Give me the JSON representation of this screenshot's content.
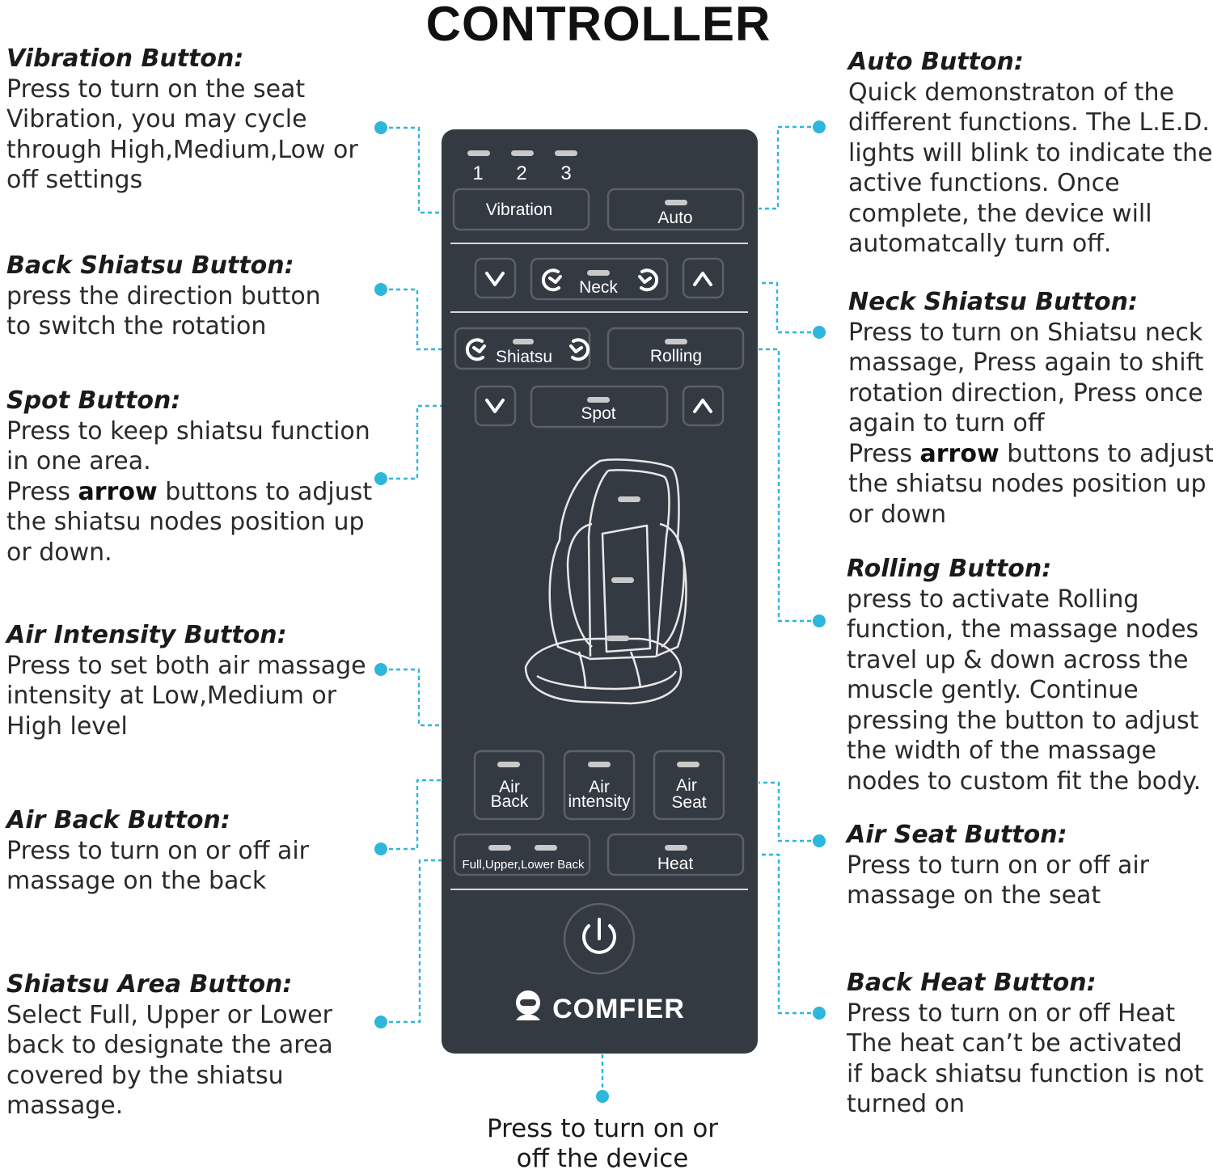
{
  "title": "CONTROLLER",
  "descriptions": {
    "vibration": {
      "heading": "Vibration Button:",
      "lines": [
        "Press to turn on the seat",
        "Vibration, you may cycle",
        "through High,Medium,Low or",
        "off settings"
      ]
    },
    "back_shiatsu": {
      "heading": "Back Shiatsu Button:",
      "lines": [
        "press the direction button",
        "to switch the rotation"
      ]
    },
    "spot": {
      "heading": "Spot Button:",
      "lines": [
        "Press to keep shiatsu function",
        "in one area."
      ],
      "arrow_line": {
        "before": "Press ",
        "bold": "arrow",
        "after": " buttons to adjust"
      },
      "lines_after": [
        "the shiatsu nodes position up",
        "or down."
      ]
    },
    "air_intensity": {
      "heading": "Air Intensity Button:",
      "lines": [
        "Press to set both air massage",
        "intensity at Low,Medium or",
        "High level"
      ]
    },
    "air_back": {
      "heading": "Air Back Button:",
      "lines": [
        "Press to turn on or off air",
        "massage on the back"
      ]
    },
    "shiatsu_area": {
      "heading": "Shiatsu Area Button:",
      "lines": [
        "Select Full, Upper or Lower",
        "back to designate the area",
        "covered by the shiatsu",
        "massage."
      ]
    },
    "auto": {
      "heading": "Auto Button:",
      "lines": [
        "Quick demonstraton of the",
        "different functions. The L.E.D.",
        "lights will blink to indicate the",
        "active functions. Once",
        "complete, the device will",
        "automatcally turn off."
      ]
    },
    "neck_shiatsu": {
      "heading": "Neck Shiatsu Button:",
      "lines": [
        "Press to turn on Shiatsu neck",
        "massage, Press again to shift",
        "rotation direction, Press once",
        "again to turn off"
      ],
      "arrow_line": {
        "before": "Press ",
        "bold": "arrow",
        "after": " buttons to adjust"
      },
      "lines_after": [
        "the shiatsu nodes position up",
        "or down"
      ]
    },
    "rolling": {
      "heading": "Rolling Button:",
      "lines": [
        "press to activate Rolling",
        "function, the massage nodes",
        "travel up & down across the",
        "muscle gently. Continue",
        "pressing the button to adjust",
        "the width of the massage",
        "nodes to custom fit the body."
      ]
    },
    "air_seat": {
      "heading": "Air Seat Button:",
      "lines": [
        "Press to turn on or off air",
        "massage on the seat"
      ]
    },
    "back_heat": {
      "heading": "Back Heat Button:",
      "lines": [
        "Press to turn on or off Heat",
        "The heat can’t be activated",
        "if back shiatsu function is not",
        "turned on"
      ]
    },
    "power": {
      "lines": [
        "Press to turn on or",
        "off the device"
      ]
    }
  },
  "panel": {
    "levels": [
      "1",
      "2",
      "3"
    ],
    "vibration_label": "Vibration",
    "auto_label": "Auto",
    "neck_label": "Neck",
    "shiatsu_label": "Shiatsu",
    "rolling_label": "Rolling",
    "spot_label": "Spot",
    "air_back_label": [
      "Air",
      "Back"
    ],
    "air_intensity_label": [
      "Air",
      "intensity"
    ],
    "air_seat_label": [
      "Air",
      "Seat"
    ],
    "area_label": "Full,Upper,Lower Back",
    "heat_label": "Heat",
    "brand": "COMFIER",
    "colors": {
      "panel": "#343a42",
      "accent": "#2eb6dc",
      "led": "#c9c9c9"
    },
    "icons": [
      "chevron-down-icon",
      "chevron-up-icon",
      "rotate-left-icon",
      "rotate-right-icon",
      "massage-chair-icon",
      "power-icon",
      "comfier-logo-icon"
    ]
  }
}
